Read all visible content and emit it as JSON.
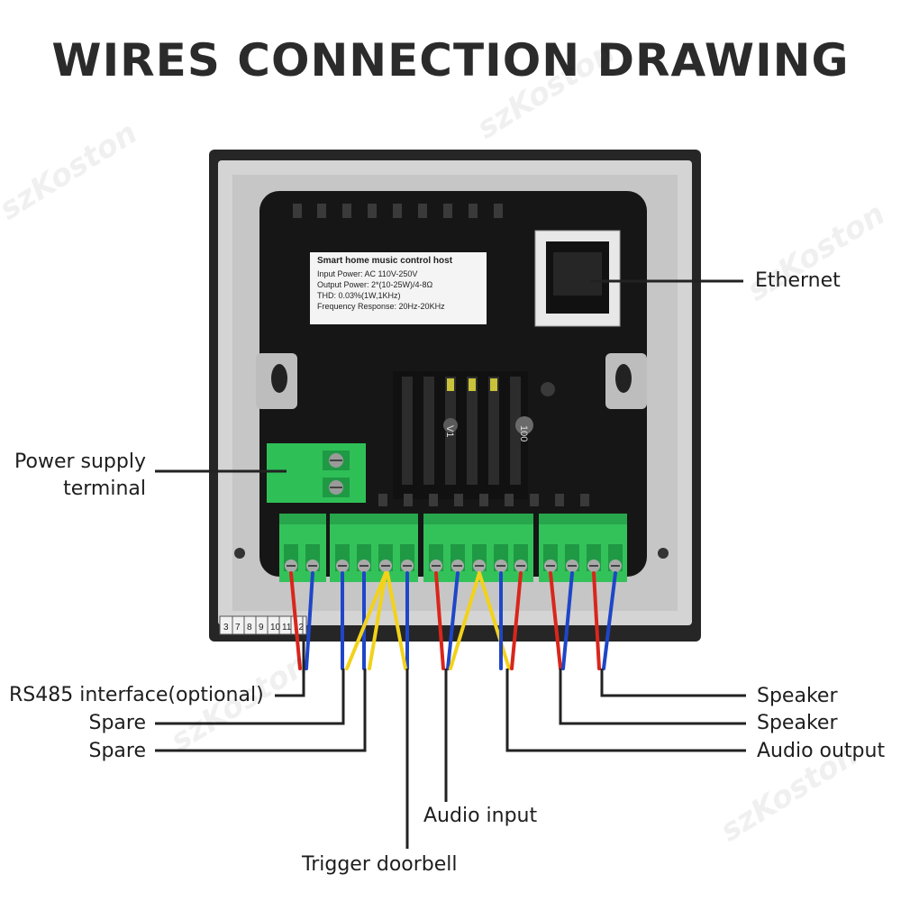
{
  "title": "WIRES CONNECTION DRAWING",
  "sticker": {
    "heading": "Smart home music control host",
    "lines": [
      "Input Power: AC 110V-250V",
      "Output Power: 2*(10-25W)/4-8Ω",
      "THD: 0.03%(1W,1KHz)",
      "Frequency Response: 20Hz-20KHz"
    ]
  },
  "board_marks": {
    "left": "V1",
    "right": "100"
  },
  "pin_strip": [
    "3",
    "7",
    "8",
    "9",
    "10",
    "11",
    "12"
  ],
  "labels": {
    "ethernet": "Ethernet",
    "power_supply_line1": "Power supply",
    "power_supply_line2": "terminal",
    "rs485": "RS485 interface(optional)",
    "spare1": "Spare",
    "spare2": "Spare",
    "audio_input": "Audio input",
    "trigger_doorbell": "Trigger doorbell",
    "speaker1": "Speaker",
    "speaker2": "Speaker",
    "audio_output": "Audio output"
  },
  "watermark": "szKoston",
  "colors": {
    "wire_red": "#d9261c",
    "wire_blue": "#1f46c8",
    "wire_yellow": "#f2d21b",
    "terminal_green": "#33c25a",
    "housing": "#1a1a1a",
    "frame": "#2a2a2a",
    "silver": "#cfcfcf"
  },
  "icons": [
    "rj45-port-icon",
    "screw-terminal-icon"
  ]
}
